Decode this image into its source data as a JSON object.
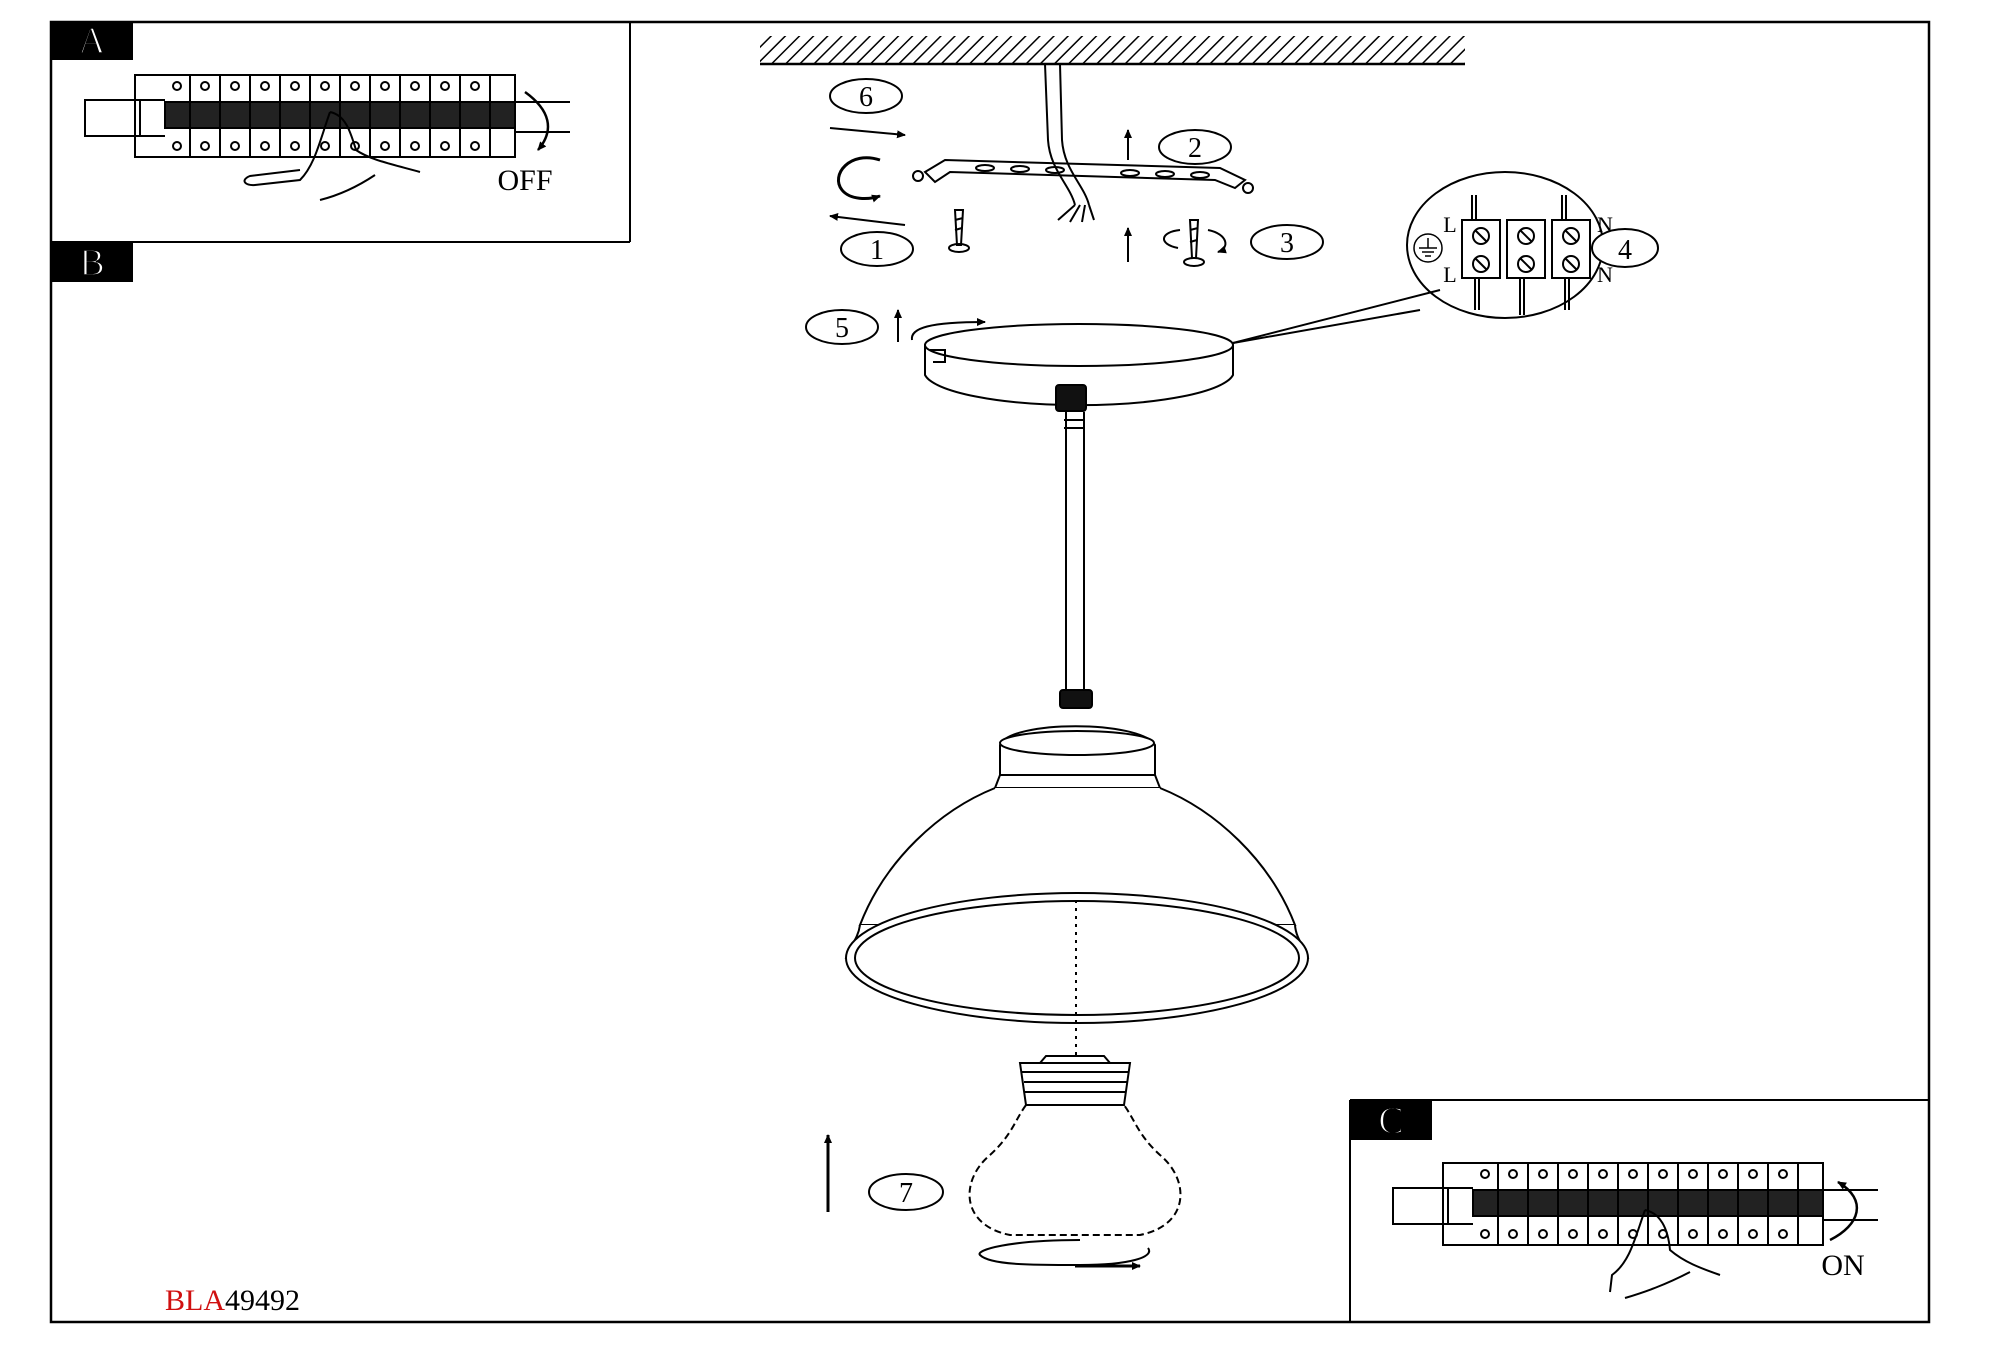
{
  "panels": {
    "a": {
      "label": "A",
      "switch_text": "OFF"
    },
    "b": {
      "label": "B"
    },
    "c": {
      "label": "C",
      "switch_text": "ON"
    }
  },
  "steps": [
    "1",
    "2",
    "3",
    "4",
    "5",
    "6",
    "7"
  ],
  "terminal": {
    "top_left": "L",
    "top_right": "N",
    "bottom_left": "L",
    "bottom_right": "N"
  },
  "footer": {
    "code_prefix": "BLA",
    "code_number": "49492"
  },
  "colors": {
    "line": "#000000",
    "code_prefix": "#d01010",
    "background": "#ffffff"
  },
  "icons": [
    "breaker-panel-icon",
    "hand-icon",
    "earth-ground-icon",
    "bulb-icon",
    "screw-icon"
  ]
}
